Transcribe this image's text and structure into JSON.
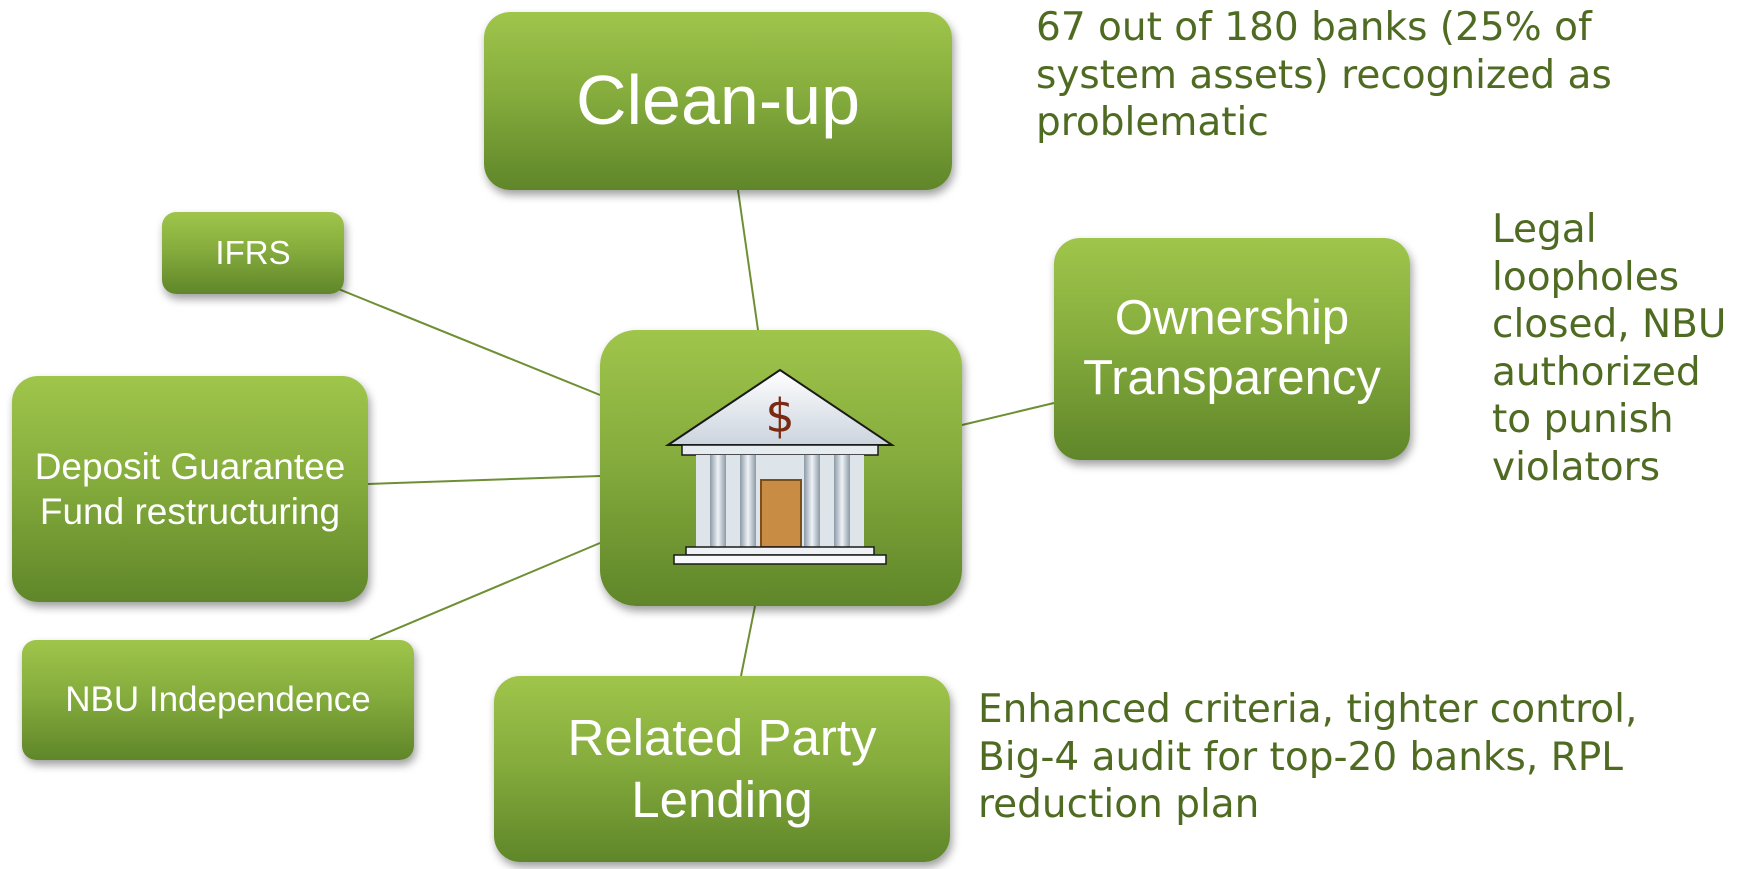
{
  "diagram": {
    "hub": {
      "icon": "bank-dollar-icon",
      "symbol": "$"
    },
    "nodes": {
      "cleanup": {
        "label": "Clean-up",
        "note": "67 out of 180 banks (25% of system assets) recognized as problematic"
      },
      "ownership": {
        "label": "Ownership Transparency",
        "note": "Legal loopholes closed, NBU authorized to punish violators"
      },
      "related_party": {
        "label": "Related Party Lending",
        "note": "Enhanced criteria, tighter control, Big-4 audit for top-20 banks, RPL reduction plan"
      },
      "ifrs": {
        "label": "IFRS"
      },
      "deposit_guarantee": {
        "label": "Deposit Guarantee Fund restructuring"
      },
      "nbu_independence": {
        "label": "NBU Independence"
      }
    },
    "colors": {
      "box_top": "#9fc54b",
      "box_bottom": "#5f8629",
      "connector": "#6e8f33",
      "note_text": "#4f6b22"
    }
  }
}
